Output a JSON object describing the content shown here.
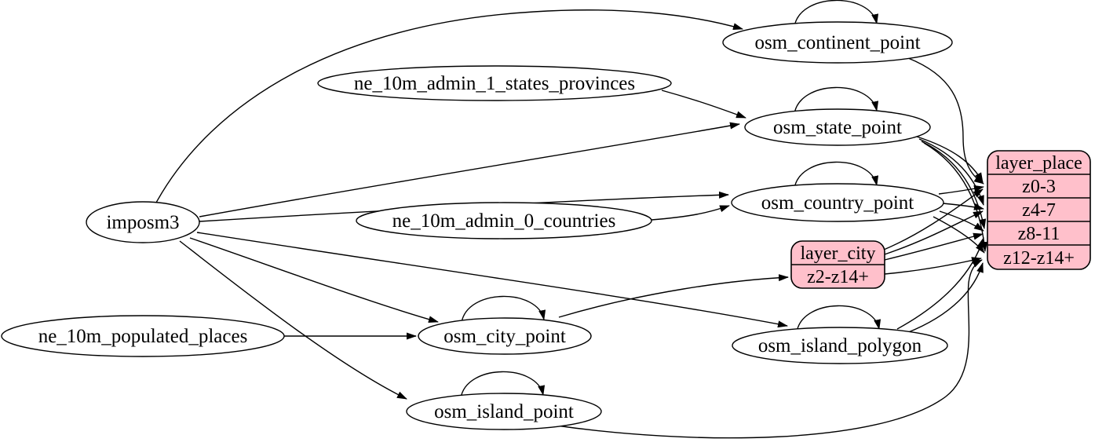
{
  "diagram": {
    "kind": "etl-graph",
    "colors": {
      "background": "#ffffff",
      "node_fill": "#ffffff",
      "record_fill": "#ffc0cb",
      "stroke": "#000000"
    },
    "nodes": {
      "imposm3": "imposm3",
      "ne_10m_admin_1_states_provinces": "ne_10m_admin_1_states_provinces",
      "ne_10m_admin_0_countries": "ne_10m_admin_0_countries",
      "ne_10m_populated_places": "ne_10m_populated_places",
      "osm_continent_point": "osm_continent_point",
      "osm_state_point": "osm_state_point",
      "osm_country_point": "osm_country_point",
      "osm_city_point": "osm_city_point",
      "osm_island_polygon": "osm_island_polygon",
      "osm_island_point": "osm_island_point"
    },
    "records": {
      "layer_place": {
        "title": "layer_place",
        "rows": [
          "z0-3",
          "z4-7",
          "z8-11",
          "z12-z14+"
        ]
      },
      "layer_city": {
        "title": "layer_city",
        "rows": [
          "z2-z14+"
        ]
      }
    },
    "edges": [
      {
        "from": "imposm3",
        "to": "osm_continent_point"
      },
      {
        "from": "imposm3",
        "to": "osm_state_point"
      },
      {
        "from": "imposm3",
        "to": "osm_country_point"
      },
      {
        "from": "imposm3",
        "to": "osm_city_point"
      },
      {
        "from": "imposm3",
        "to": "osm_island_polygon"
      },
      {
        "from": "imposm3",
        "to": "osm_island_point"
      },
      {
        "from": "ne_10m_admin_1_states_provinces",
        "to": "osm_state_point"
      },
      {
        "from": "ne_10m_admin_0_countries",
        "to": "osm_country_point"
      },
      {
        "from": "ne_10m_populated_places",
        "to": "osm_city_point"
      },
      {
        "from": "osm_continent_point",
        "to": "osm_continent_point"
      },
      {
        "from": "osm_state_point",
        "to": "osm_state_point"
      },
      {
        "from": "osm_country_point",
        "to": "osm_country_point"
      },
      {
        "from": "osm_city_point",
        "to": "osm_city_point"
      },
      {
        "from": "osm_island_polygon",
        "to": "osm_island_polygon"
      },
      {
        "from": "osm_island_point",
        "to": "osm_island_point"
      },
      {
        "from": "osm_city_point",
        "to": "layer_city:z2-z14+"
      },
      {
        "from": "osm_continent_point",
        "to": "layer_place:z0-3"
      },
      {
        "from": "osm_state_point",
        "to": "layer_place:z0-3"
      },
      {
        "from": "osm_state_point",
        "to": "layer_place:z4-7"
      },
      {
        "from": "osm_state_point",
        "to": "layer_place:z8-11"
      },
      {
        "from": "osm_state_point",
        "to": "layer_place:z12-z14+"
      },
      {
        "from": "osm_country_point",
        "to": "layer_place:z0-3"
      },
      {
        "from": "osm_country_point",
        "to": "layer_place:z4-7"
      },
      {
        "from": "osm_country_point",
        "to": "layer_place:z8-11"
      },
      {
        "from": "osm_country_point",
        "to": "layer_place:z12-z14+"
      },
      {
        "from": "layer_city",
        "to": "layer_place:z0-3"
      },
      {
        "from": "layer_city",
        "to": "layer_place:z4-7"
      },
      {
        "from": "layer_city",
        "to": "layer_place:z8-11"
      },
      {
        "from": "layer_city",
        "to": "layer_place:z12-z14+"
      },
      {
        "from": "osm_island_polygon",
        "to": "layer_place:z8-11"
      },
      {
        "from": "osm_island_polygon",
        "to": "layer_place:z12-z14+"
      },
      {
        "from": "osm_island_point",
        "to": "layer_place:z12-z14+"
      }
    ]
  }
}
